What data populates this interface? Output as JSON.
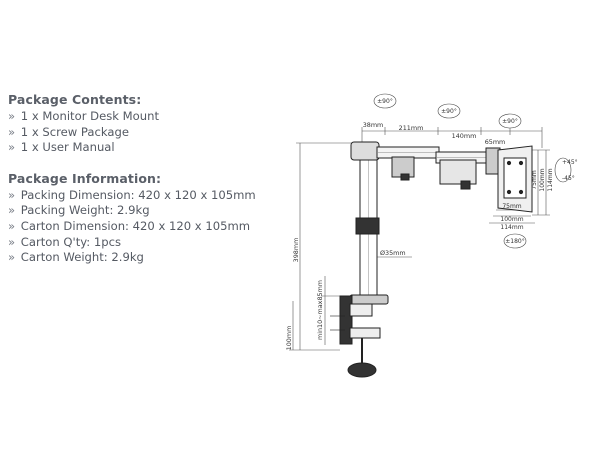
{
  "package_contents": {
    "heading": "Package Contents:",
    "items": [
      "1 x Monitor Desk Mount",
      "1 x Screw Package",
      "1 x User Manual"
    ]
  },
  "package_information": {
    "heading": "Package Information:",
    "items": [
      "Packing Dimension: 420 x 120 x 105mm",
      "Packing Weight: 2.9kg",
      "Carton Dimension: 420 x 120 x 105mm",
      "Carton Q'ty: 1pcs",
      "Carton Weight: 2.9kg"
    ]
  },
  "bullet": "»",
  "diagram": {
    "rotations": {
      "top_left": "±90°",
      "top_middle": "±90°",
      "top_right": "±90°",
      "bottom": "±180°"
    },
    "tilt": {
      "up": "+45°",
      "down": "-45°"
    },
    "dimensions": {
      "arm_38": "38mm",
      "arm_211": "211mm",
      "arm_140": "140mm",
      "arm_65": "65mm",
      "pole_398": "398mm",
      "pole_dia": "Ø35mm",
      "clamp": "min10~max85mm",
      "base_100": "100mm",
      "vesa_75": "75mm",
      "vesa_100": "100mm",
      "vesa_114": "114mm",
      "side_114": "114mm",
      "side_100": "100mm",
      "side_75": "75mm"
    }
  }
}
